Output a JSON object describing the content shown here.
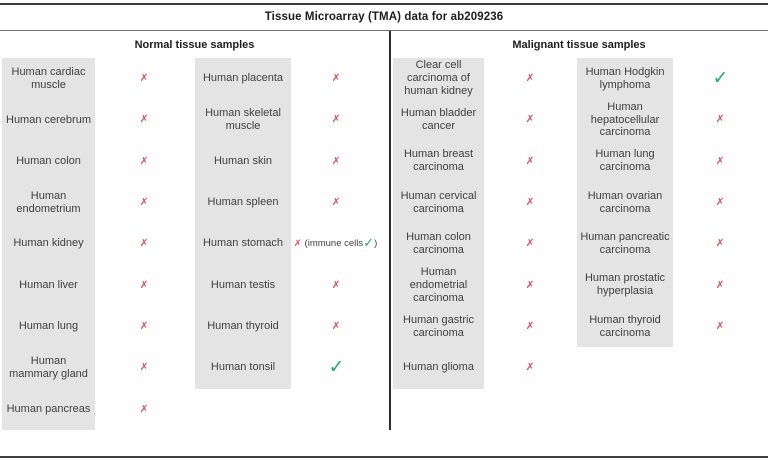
{
  "title": "Tissue Microarray (TMA) data for ab209236",
  "glyphs": {
    "cross": "✗",
    "check": "✓"
  },
  "colors": {
    "cross": "#d65060",
    "check": "#23ab68",
    "box_bg": "#e5e4e4"
  },
  "note": {
    "prefix": "(immune cells ",
    "suffix": ")"
  },
  "sections": [
    {
      "header": "Normal tissue samples",
      "columns": [
        {
          "rows": [
            {
              "label": "Human cardiac muscle",
              "mark": "cross"
            },
            {
              "label": "Human cerebrum",
              "mark": "cross"
            },
            {
              "label": "Human colon",
              "mark": "cross"
            },
            {
              "label": "Human endometrium",
              "mark": "cross"
            },
            {
              "label": "Human kidney",
              "mark": "cross"
            },
            {
              "label": "Human liver",
              "mark": "cross"
            },
            {
              "label": "Human lung",
              "mark": "cross"
            },
            {
              "label": "Human mammary gland",
              "mark": "cross"
            },
            {
              "label": "Human pancreas",
              "mark": "cross"
            }
          ]
        },
        {
          "rows": [
            {
              "label": "Human placenta",
              "mark": "cross"
            },
            {
              "label": "Human skeletal muscle",
              "mark": "cross"
            },
            {
              "label": "Human skin",
              "mark": "cross"
            },
            {
              "label": "Human spleen",
              "mark": "cross"
            },
            {
              "label": "Human stomach",
              "mark": "cross_immune"
            },
            {
              "label": "Human testis",
              "mark": "cross"
            },
            {
              "label": "Human thyroid",
              "mark": "cross"
            },
            {
              "label": "Human tonsil",
              "mark": "check"
            }
          ]
        }
      ]
    },
    {
      "header": "Malignant tissue samples",
      "columns": [
        {
          "rows": [
            {
              "label": "Clear cell carcinoma of human kidney",
              "mark": "cross"
            },
            {
              "label": "Human bladder cancer",
              "mark": "cross"
            },
            {
              "label": "Human breast carcinoma",
              "mark": "cross"
            },
            {
              "label": "Human cervical carcinoma",
              "mark": "cross"
            },
            {
              "label": "Human colon carcinoma",
              "mark": "cross"
            },
            {
              "label": "Human endometrial carcinoma",
              "mark": "cross"
            },
            {
              "label": "Human gastric carcinoma",
              "mark": "cross"
            },
            {
              "label": "Human glioma",
              "mark": "cross"
            }
          ]
        },
        {
          "rows": [
            {
              "label": "Human Hodgkin lymphoma",
              "mark": "check"
            },
            {
              "label": "Human hepatocellular carcinoma",
              "mark": "cross"
            },
            {
              "label": "Human lung carcinoma",
              "mark": "cross"
            },
            {
              "label": "Human ovarian carcinoma",
              "mark": "cross"
            },
            {
              "label": "Human pancreatic carcinoma",
              "mark": "cross"
            },
            {
              "label": "Human prostatic hyperplasia",
              "mark": "cross"
            },
            {
              "label": "Human thyroid carcinoma",
              "mark": "cross"
            }
          ]
        }
      ]
    }
  ]
}
